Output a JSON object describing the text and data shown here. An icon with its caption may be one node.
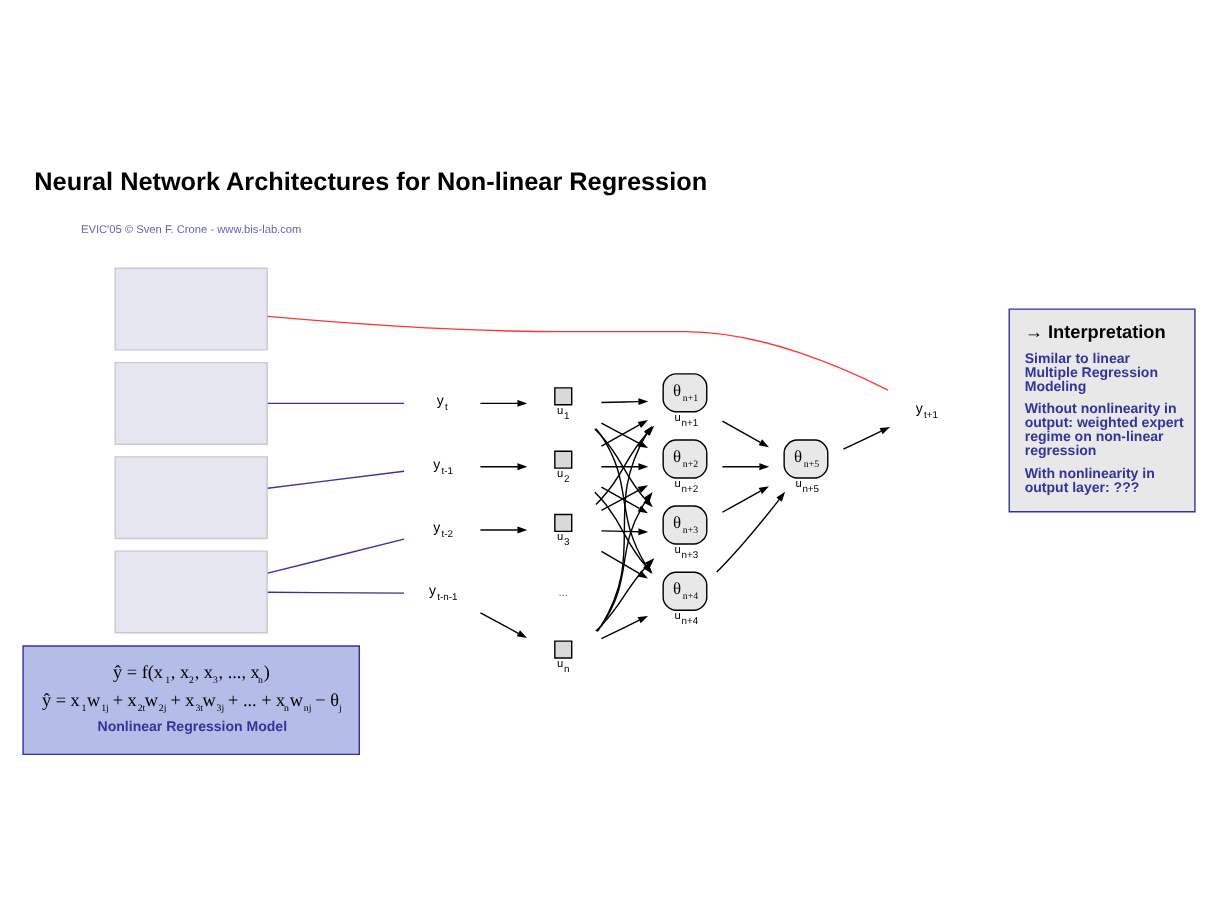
{
  "diagram": {
    "title": "Neural Network Architectures for Non-linear Regression",
    "nodes": [
      {
        "text": [],
        "shape": "box"
      },
      {
        "text": [],
        "shape": "box"
      },
      {
        "text": [],
        "shape": "box"
      },
      {
        "text": [],
        "shape": "box"
      },
      {
        "text": [
          "y$_{t}$"
        ]
      },
      {
        "text": [
          "y$_{t-1}$"
        ]
      },
      {
        "text": [
          "y$_{t-2}$"
        ]
      },
      {
        "text": [
          "y$_{t-n-1}$"
        ]
      },
      {
        "text": [],
        "shape": "box",
        "beside": [
          "u$_{1}$"
        ]
      },
      {
        "text": [],
        "shape": "box",
        "beside": [
          "u$_{2}$"
        ]
      },
      {
        "text": [],
        "shape": "box",
        "beside": [
          "u$_{3}$"
        ]
      },
      {
        "text": [],
        "shape": "box",
        "beside": [
          "u$_{n}$"
        ]
      },
      {
        "text": [
          "θ$_{n+1}$"
        ],
        "beside": [
          "u$_{n+1}$"
        ]
      },
      {
        "text": [
          "θ$_{n+2}$"
        ],
        "beside": [
          "u$_{n+2}$"
        ]
      },
      {
        "text": [
          "θ$_{n+3}$"
        ],
        "beside": [
          "u$_{n+3}$"
        ]
      },
      {
        "text": [
          "θ$_{n+4}$"
        ],
        "beside": [
          "u$_{n+4}$"
        ]
      },
      {
        "text": [
          "θ$_{n+5}$"
        ],
        "beside": [
          "u$_{n+5}$"
        ]
      },
      {
        "text": [
          "y$_{t+1}$"
        ]
      },
      {
        "text": [
          "ŷ = f(x$_{1}$, x$_{2}$, x$_{3}$, ..., x$_{n}$)",
          "ŷ = x$_{1}$w$_{1j}$ + x$_{2t}$w$_{2j}$ + x$_{3t}$w$_{3j}$ + ... + x$_{n}$w$_{nj}$ − θ$_{j}$",
          "Nonlinear Regression Model"
        ]
      },
      {
        "text": [
          "→ Interpretation",
          "Similar to linear Multiple Regression Modeling",
          "Without nonlinearity in output: weighted expert regime on non-linear regression",
          "With nonlinearity in output layer: ???"
        ]
      }
    ],
    "edges": [
      {
        "from": 0,
        "to": 17,
        "arrow": "none",
        "color": "#ff3333"
      },
      {
        "from": 1,
        "to": 4,
        "arrow": "none",
        "color": "#333399"
      },
      {
        "from": 2,
        "to": 5,
        "arrow": "none",
        "color": "#333399"
      },
      {
        "from": 3,
        "to": 6,
        "arrow": "none",
        "color": "#333399"
      },
      {
        "from": 3,
        "to": 7,
        "arrow": "none",
        "color": "#333399"
      },
      {
        "from": 4,
        "to": 8,
        "arrow": "to"
      },
      {
        "from": 5,
        "to": 9,
        "arrow": "to"
      },
      {
        "from": 6,
        "to": 10,
        "arrow": "to"
      },
      {
        "from": 7,
        "to": 11,
        "arrow": "to"
      },
      {
        "from": 8,
        "to": 12,
        "arrow": "to"
      },
      {
        "from": 8,
        "to": 13,
        "arrow": "to"
      },
      {
        "from": 8,
        "to": 14,
        "arrow": "to"
      },
      {
        "from": 8,
        "to": 15,
        "arrow": "to"
      },
      {
        "from": 9,
        "to": 12,
        "arrow": "to"
      },
      {
        "from": 9,
        "to": 13,
        "arrow": "to"
      },
      {
        "from": 9,
        "to": 14,
        "arrow": "to"
      },
      {
        "from": 9,
        "to": 15,
        "arrow": "to"
      },
      {
        "from": 10,
        "to": 12,
        "arrow": "to"
      },
      {
        "from": 10,
        "to": 13,
        "arrow": "to"
      },
      {
        "from": 10,
        "to": 14,
        "arrow": "to"
      },
      {
        "from": 10,
        "to": 15,
        "arrow": "to"
      },
      {
        "from": 11,
        "to": 12,
        "arrow": "to"
      },
      {
        "from": 11,
        "to": 13,
        "arrow": "to"
      },
      {
        "from": 11,
        "to": 14,
        "arrow": "to"
      },
      {
        "from": 11,
        "to": 15,
        "arrow": "to"
      },
      {
        "from": 12,
        "to": 16,
        "arrow": "to"
      },
      {
        "from": 13,
        "to": 16,
        "arrow": "to"
      },
      {
        "from": 14,
        "to": 16,
        "arrow": "to"
      },
      {
        "from": 15,
        "to": 16,
        "arrow": "to"
      },
      {
        "from": 16,
        "to": 17,
        "arrow": "to"
      }
    ],
    "labels": [
      "EVIC'05 © Sven F. Crone - www.bis-lab.com",
      "..."
    ]
  }
}
